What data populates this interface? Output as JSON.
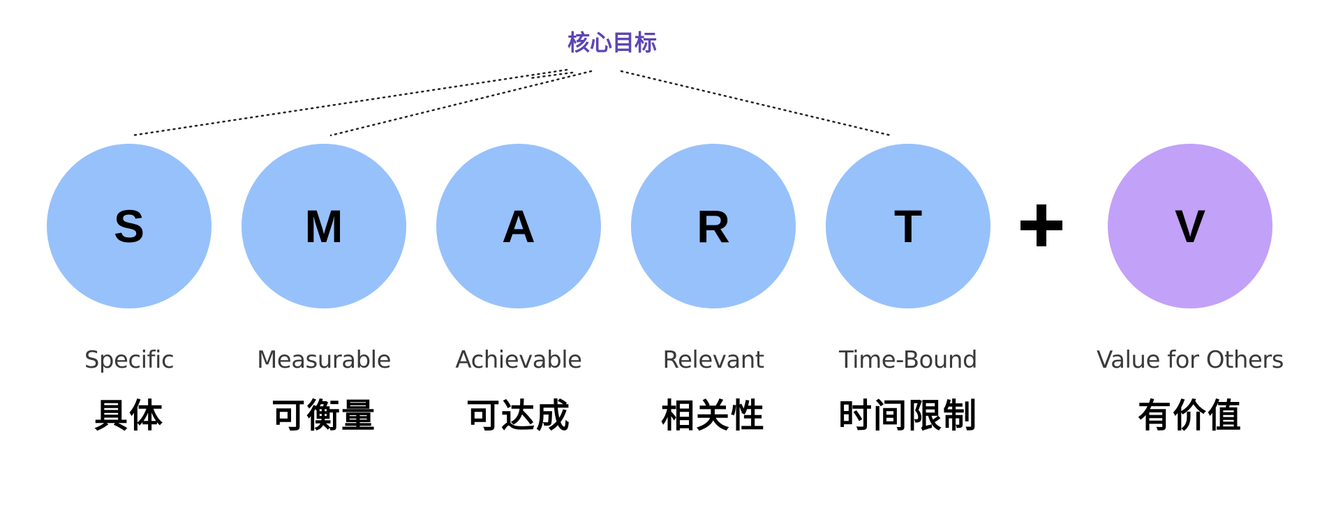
{
  "header": {
    "core_goal_label": "核心目标"
  },
  "colors": {
    "smart_circle": "#97c1fb",
    "value_circle": "#c2a1f8",
    "core_goal_text": "#5b46b4"
  },
  "items": [
    {
      "letter": "S",
      "english": "Specific",
      "chinese": "具体"
    },
    {
      "letter": "M",
      "english": "Measurable",
      "chinese": "可衡量"
    },
    {
      "letter": "A",
      "english": "Achievable",
      "chinese": "可达成"
    },
    {
      "letter": "R",
      "english": "Relevant",
      "chinese": "相关性"
    },
    {
      "letter": "T",
      "english": "Time-Bound",
      "chinese": "时间限制"
    },
    {
      "letter": "V",
      "english": "Value for Others",
      "chinese": "有价值"
    }
  ],
  "plus_icon": "plus-icon"
}
